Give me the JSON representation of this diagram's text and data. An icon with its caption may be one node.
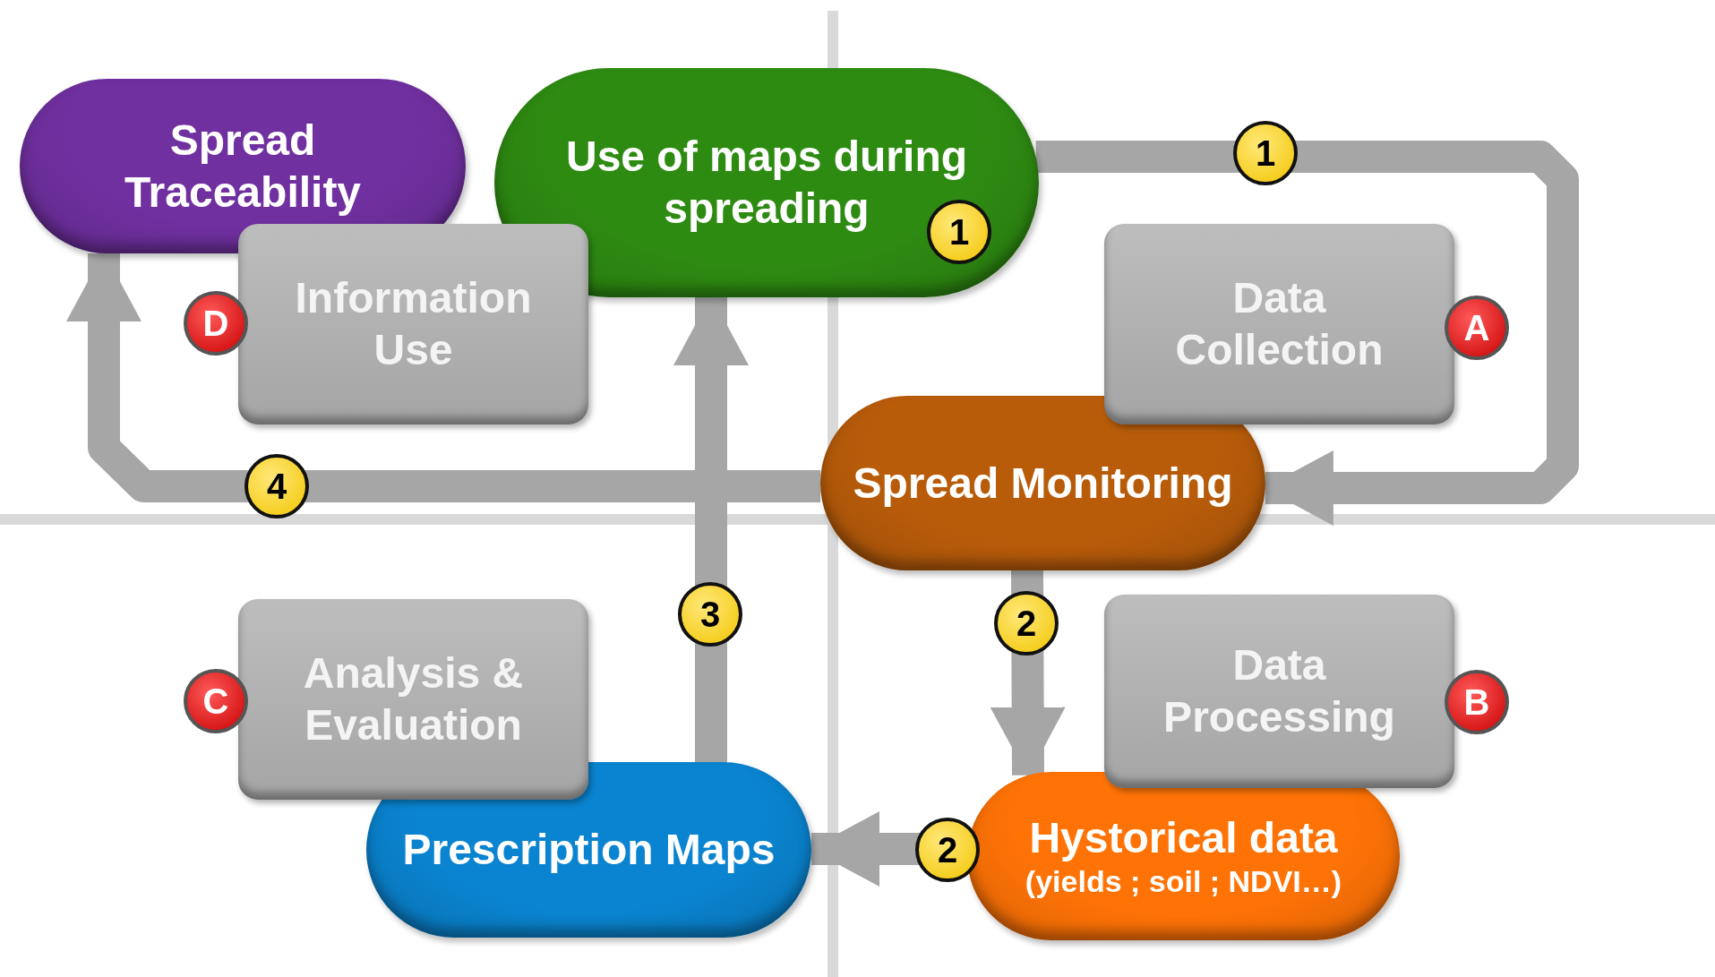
{
  "diagram": {
    "nodes": [
      {
        "text": [
          "Spread Traceability"
        ]
      },
      {
        "text": [
          "Use of maps during spreading"
        ]
      },
      {
        "text": [
          "Information Use"
        ],
        "beside": [
          "D"
        ]
      },
      {
        "text": [
          "Data Collection"
        ],
        "beside": [
          "A"
        ]
      },
      {
        "text": [
          "Spread Monitoring"
        ]
      },
      {
        "text": [
          "Analysis & Evaluation"
        ],
        "beside": [
          "C"
        ]
      },
      {
        "text": [
          "Data Processing"
        ],
        "beside": [
          "B"
        ]
      },
      {
        "text": [
          "Prescription Maps"
        ]
      },
      {
        "text": [
          "Hystorical data",
          "(yields ; soil ; NDVI…)"
        ]
      }
    ],
    "edges": [
      {
        "from": 1,
        "to": 4,
        "arrow": "to",
        "label": "1"
      },
      {
        "from": 4,
        "to": 8,
        "arrow": "to",
        "label": "2"
      },
      {
        "from": 8,
        "to": 7,
        "arrow": "to",
        "label": "2"
      },
      {
        "from": 7,
        "to": 1,
        "arrow": "to",
        "label": "3"
      },
      {
        "from": 4,
        "to": 0,
        "arrow": "to",
        "label": "4"
      }
    ],
    "labels": [
      "1"
    ]
  }
}
